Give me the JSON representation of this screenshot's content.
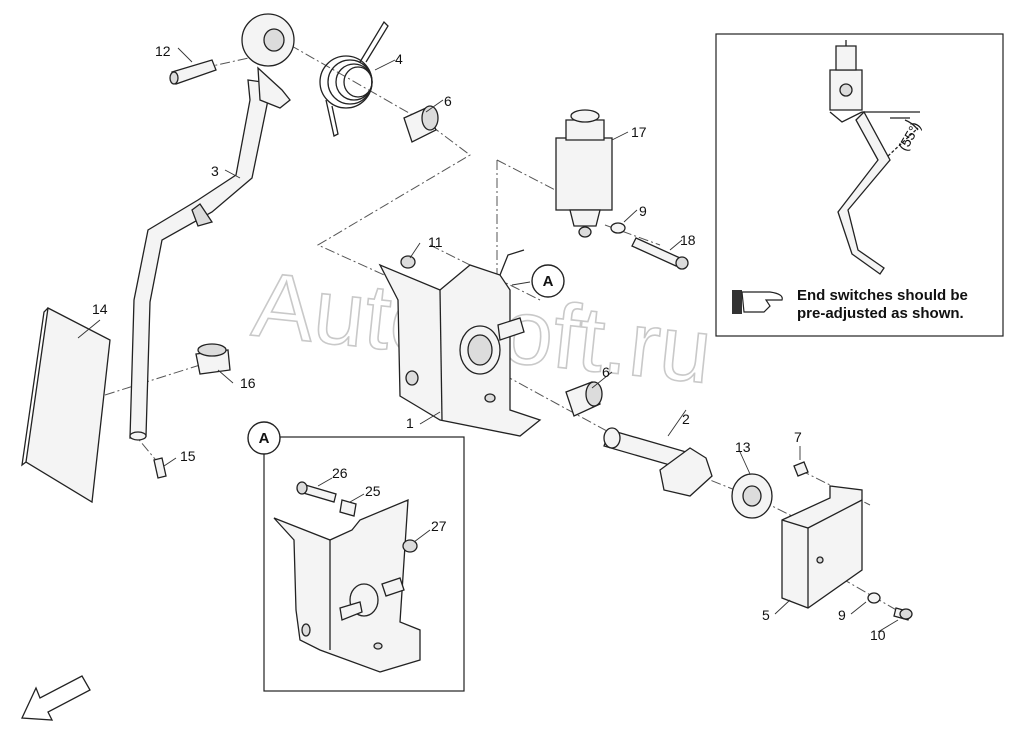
{
  "watermark": {
    "line1": "AutoSoft.ru"
  },
  "labels": {
    "p1": "1",
    "p2": "2",
    "p3": "3",
    "p4": "4",
    "p5": "5",
    "p6a": "6",
    "p6b": "6",
    "p7": "7",
    "p9a": "9",
    "p9b": "9",
    "p10": "10",
    "p11": "11",
    "p12": "12",
    "p13": "13",
    "p14": "14",
    "p15": "15",
    "p16": "16",
    "p17": "17",
    "p18": "18",
    "p25": "25",
    "p26": "26",
    "p27": "27"
  },
  "callouts": {
    "main": "A",
    "detail": "A"
  },
  "inset": {
    "angle": "(55°)",
    "note_line1": "End switches should be",
    "note_line2": "pre-adjusted as shown."
  },
  "icons": {
    "hand": "pointing-hand-icon",
    "direction": "direction-arrow-icon"
  }
}
